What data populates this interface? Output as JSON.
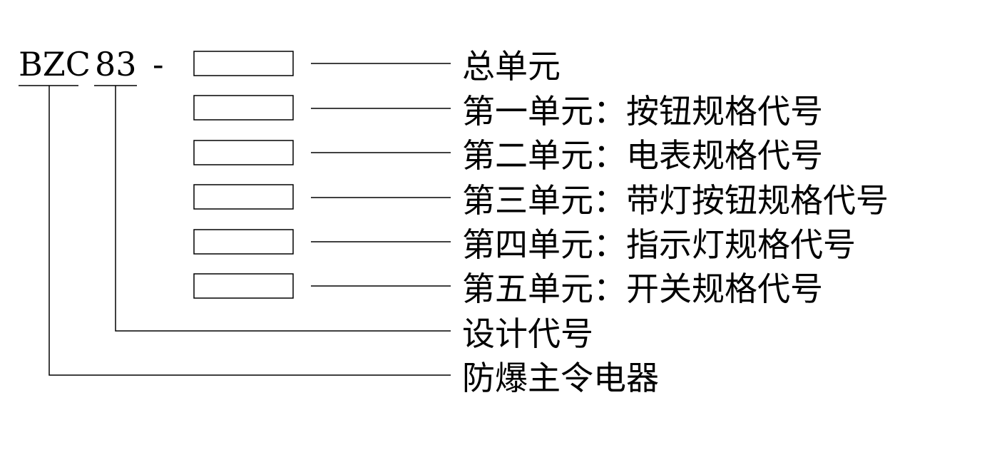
{
  "model_code": {
    "prefix": "BZC",
    "design_no": "83",
    "dash": "-"
  },
  "labels": {
    "total_units": "总单元",
    "unit1": "第一单元：按钮规格代号",
    "unit2": "第二单元：电表规格代号",
    "unit3": "第三单元：带灯按钮规格代号",
    "unit4": "第四单元：指示灯规格代号",
    "unit5": "第五单元：开关规格代号",
    "design_code": "设计代号",
    "product_type": "防爆主令电器"
  }
}
